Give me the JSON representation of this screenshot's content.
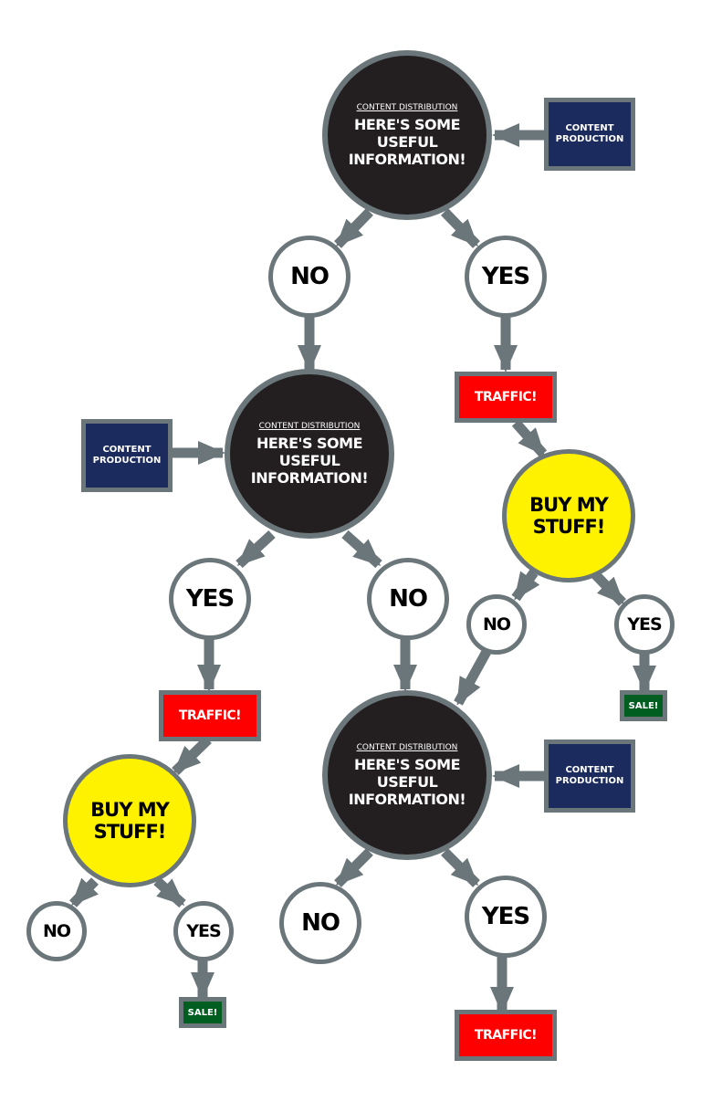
{
  "decision_top": {
    "header": "CONTENT DISTRIBUTION",
    "line1": "HERE'S SOME",
    "line2": "USEFUL",
    "line3": "INFORMATION!"
  },
  "decision_mid": {
    "header": "CONTENT DISTRIBUTION",
    "line1": "HERE'S SOME",
    "line2": "USEFUL",
    "line3": "INFORMATION!"
  },
  "decision_bottom": {
    "header": "CONTENT DISTRIBUTION",
    "line1": "HERE'S SOME",
    "line2": "USEFUL",
    "line3": "INFORMATION!"
  },
  "production": {
    "line1": "CONTENT",
    "line2": "PRODUCTION"
  },
  "answers": {
    "no": "NO",
    "yes": "YES"
  },
  "traffic": "TRAFFIC!",
  "buy": {
    "line1": "BUY MY",
    "line2": "STUFF!"
  },
  "sale": "SALE!",
  "colors": {
    "dark": "#231f20",
    "gray": "#6b767b",
    "navy": "#1c2b5e",
    "red": "#ff0000",
    "green": "#005e20",
    "yellow": "#fff200"
  }
}
